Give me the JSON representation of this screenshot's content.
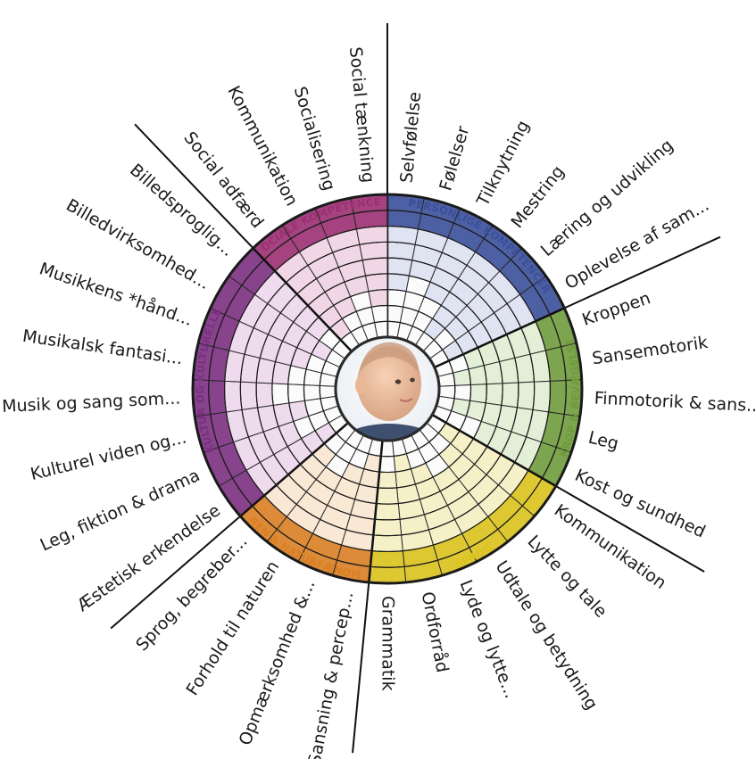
{
  "areas": [
    {
      "title": "PERSONLIGE KOMPETENCER",
      "color": "#3a4f9a",
      "light": "#dfe3f2",
      "items": [
        "Selvfølelse",
        "Følelser",
        "Tilknytning",
        "Mestring",
        "Læring og udvikling",
        "Oplevelse af sam..."
      ],
      "levels": [
        6,
        5,
        6,
        8,
        7,
        8
      ]
    },
    {
      "title": "KROP & BEVÆGELSE",
      "color": "#6f9a3b",
      "light": "#e4efd7",
      "items": [
        "Kroppen",
        "Sansemotorik",
        "Finmotorik & sans...",
        "Leg",
        "Kost og sundhed"
      ],
      "levels": [
        7,
        8,
        7,
        8,
        6
      ]
    },
    {
      "title": "SPROG",
      "color": "#d9c21c",
      "light": "#f6f0c8",
      "items": [
        "Kommunikation",
        "Lytte og tale",
        "Udtale og betydning",
        "Lyde og lytte...",
        "Ordforråd",
        "Grammatik"
      ],
      "levels": [
        8,
        7,
        6,
        7,
        8,
        7
      ]
    },
    {
      "title": "NATUREN & NATURFÆNOMENER",
      "color": "#d97e22",
      "light": "#f8e8d4",
      "items": [
        "Sansning & percep...",
        "Opmærksomhed &...",
        "Forhold til naturen",
        "Sprog, begreber..."
      ],
      "levels": [
        8,
        7,
        6,
        7
      ]
    },
    {
      "title": "KULTUR OG KULTURELLE",
      "color": "#7a2f80",
      "light": "#efdbee",
      "items": [
        "Æstetisk erkendelse",
        "Leg, fiktion & drama",
        "Kulturel viden og...",
        "Musik og sang som...",
        "Musikalsk fantasi...",
        "Musikkens *hånd...",
        "Billedvirksomhed...",
        "Billedsproglig..."
      ],
      "levels": [
        8,
        6,
        7,
        5,
        6,
        7,
        8,
        7
      ]
    },
    {
      "title": "SOCIALE KOMPETENCER",
      "color": "#9b2f72",
      "light": "#f1d7e6",
      "items": [
        "Social adfærd",
        "Kommunikation",
        "Socialisering",
        "Social tænkning"
      ],
      "levels": [
        8,
        7,
        6,
        7
      ]
    }
  ],
  "center_icon": "baby-face-photo"
}
